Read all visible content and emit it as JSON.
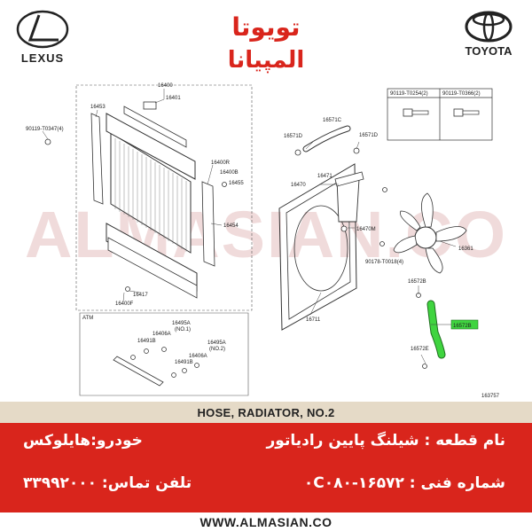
{
  "header": {
    "left_brand": "LEXUS",
    "right_brand": "TOYOTA",
    "logo_line1": "تویوتا",
    "logo_line2": "المپیانا"
  },
  "watermark": "ALMASIAN.CO",
  "diagram": {
    "figure_id": "163757",
    "labels": {
      "p16400": "16400",
      "p16401": "16401",
      "p16453": "16453",
      "p90119_T0347": "90119-T0347(4)",
      "p16400R": "16400R",
      "p16400B": "16400B",
      "p16455": "16455",
      "p16454": "16454",
      "p16417": "16417",
      "p16400F": "16400F",
      "atm": "ATM",
      "p16495A_1": "16495A",
      "no1": "(NO.1)",
      "p16406A_1": "16406A",
      "p16491B_1": "16491B",
      "p16495A_2": "16495A",
      "no2": "(NO.2)",
      "p16491B_2": "16491B",
      "p16406A_2": "16406A",
      "p16571C": "16571C",
      "p16571D_1": "16571D",
      "p16571D_2": "16571D",
      "p16471": "16471",
      "p16470": "16470",
      "p16470M": "16470M",
      "p16711": "16711",
      "p16361": "16361",
      "p90178_T0018": "90178-T0018(4)",
      "p16572B_a": "16572B",
      "p16572B_b": "16572B",
      "p16572E": "16572E",
      "bolt1": "90119-T0254(2)",
      "bolt2": "90119-T0366(2)"
    }
  },
  "title_bar": "HOSE, RADIATOR, NO.2",
  "info": {
    "part_name": "نام قطعه : شیلنگ پایین رادیاتور",
    "car": "خودرو:هایلوکس",
    "part_number": "شماره فنی : ۱۶۵۷۲-۰C۰۸۰",
    "phone": "تلفن تماس: ۳۳۹۹۲۰۰۰"
  },
  "footer": "WWW.ALMASIAN.CO",
  "colors": {
    "red": "#d9251c",
    "hose_green": "#3fd43f",
    "title_band": "#e5dac7"
  }
}
